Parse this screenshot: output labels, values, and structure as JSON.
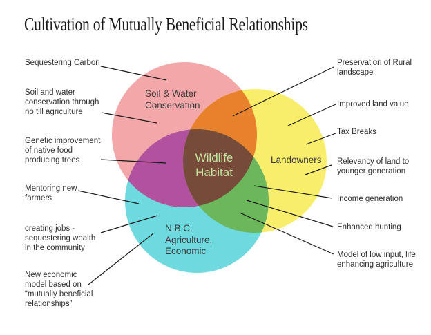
{
  "title": "Cultivation of  Mutually Beneficial Relationships",
  "colors": {
    "pink": "#F4A7A9",
    "yellow": "#F9EE6C",
    "cyan": "#6ED9DF",
    "orange": "#E8812B",
    "purple": "#B2529F",
    "green": "#6CB65C",
    "brown": "#764B3A",
    "center_text": "#C1E59D",
    "label_text": "#3B3B3B",
    "connector_line": "#1A1A1A"
  },
  "venn": {
    "circle_soil": {
      "label": "Soil & Water\nConservation"
    },
    "circle_landowners": {
      "label": "Landowners"
    },
    "circle_nbc": {
      "label": "N.B.C.\nAgriculture,\nEconomic"
    },
    "center": {
      "label": "Wildlife\nHabitat"
    }
  },
  "left_labels": [
    {
      "text": "Sequestering Carbon"
    },
    {
      "text": "Soil and water\nconservation through\nno till agriculture"
    },
    {
      "text": "Genetic improvement\nof native food\nproducing trees"
    },
    {
      "text": "Mentoring new\nfarmers"
    },
    {
      "text": "creating jobs -\nsequestering wealth\nin the community"
    },
    {
      "text": "New economic\nmodel based on\n“mutually beneficial\nrelationships”"
    }
  ],
  "right_labels": [
    {
      "text": "Preservation of Rural\nlandscape"
    },
    {
      "text": "Improved land value"
    },
    {
      "text": "Tax Breaks"
    },
    {
      "text": "Relevancy of land to\nyounger generation"
    },
    {
      "text": "Income generation"
    },
    {
      "text": "Enhanced hunting"
    },
    {
      "text": "Model of low input, life\nenhancing agriculture"
    }
  ]
}
